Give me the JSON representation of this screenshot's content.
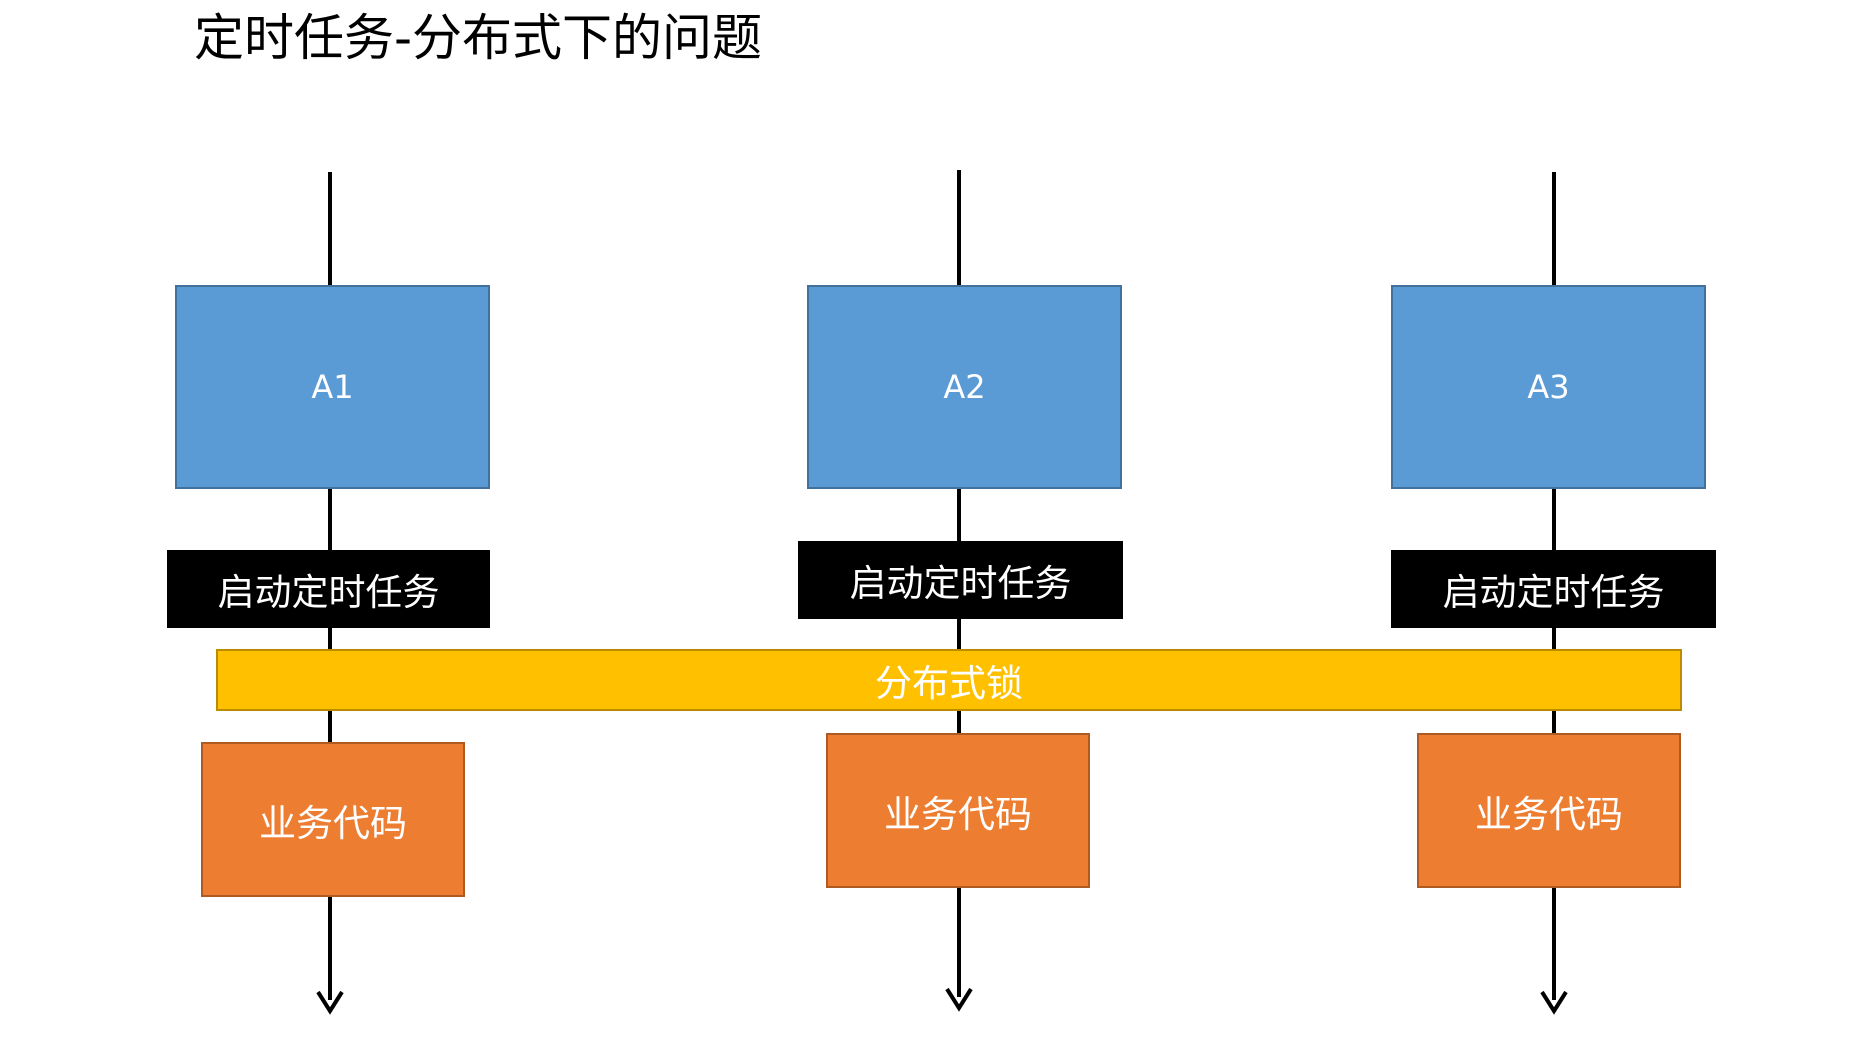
{
  "title": "定时任务-分布式下的问题",
  "colors": {
    "node": "#5B9BD5",
    "task": "#000000",
    "lock": "#FFC000",
    "business": "#ED7D31",
    "line": "#000000"
  },
  "lanes": [
    {
      "node_label": "A1",
      "task_label": "启动定时任务",
      "business_label": "业务代码"
    },
    {
      "node_label": "A2",
      "task_label": "启动定时任务",
      "business_label": "业务代码"
    },
    {
      "node_label": "A3",
      "task_label": "启动定时任务",
      "business_label": "业务代码"
    }
  ],
  "lock_label": "分布式锁"
}
